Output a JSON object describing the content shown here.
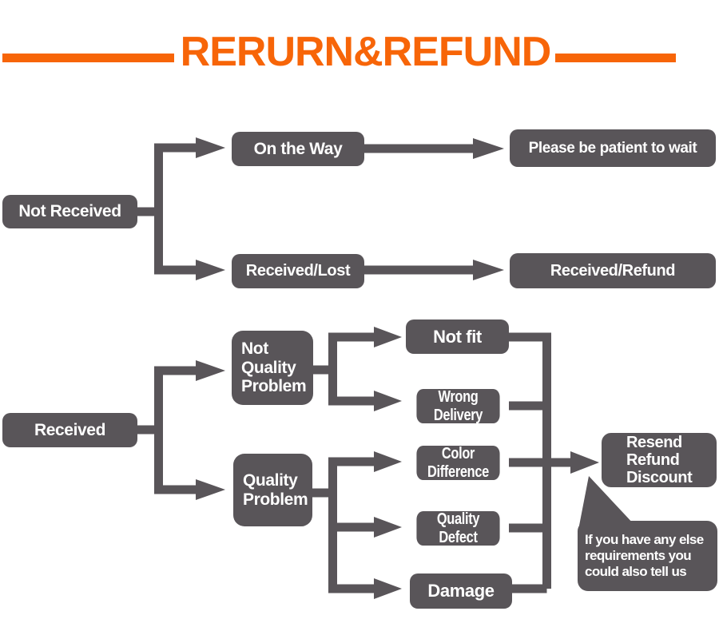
{
  "title": {
    "text": "RERURN&REFUND"
  },
  "colors": {
    "accent_orange": "#f76508",
    "node_fill": "#595559",
    "node_text": "#ffffff",
    "background": "#ffffff"
  },
  "flow_not_received": {
    "root": "Not Received",
    "on_the_way": "On the Way",
    "please_wait": "Please be patient to wait",
    "received_lost": "Received/Lost",
    "received_refund": "Received/Refund"
  },
  "flow_received": {
    "root": "Received",
    "not_quality_problem": "Not\nQuality\nProblem",
    "quality_problem": "Quality\nProblem",
    "not_fit": "Not fit",
    "wrong_delivery": "Wrong Delivery",
    "color_difference": "Color Difference",
    "quality_defect": "Quality Defect",
    "damage": "Damage",
    "outcome": "Resend\nRefund\nDiscount",
    "note": "If you have any else\nrequirements you\ncould also tell us"
  }
}
